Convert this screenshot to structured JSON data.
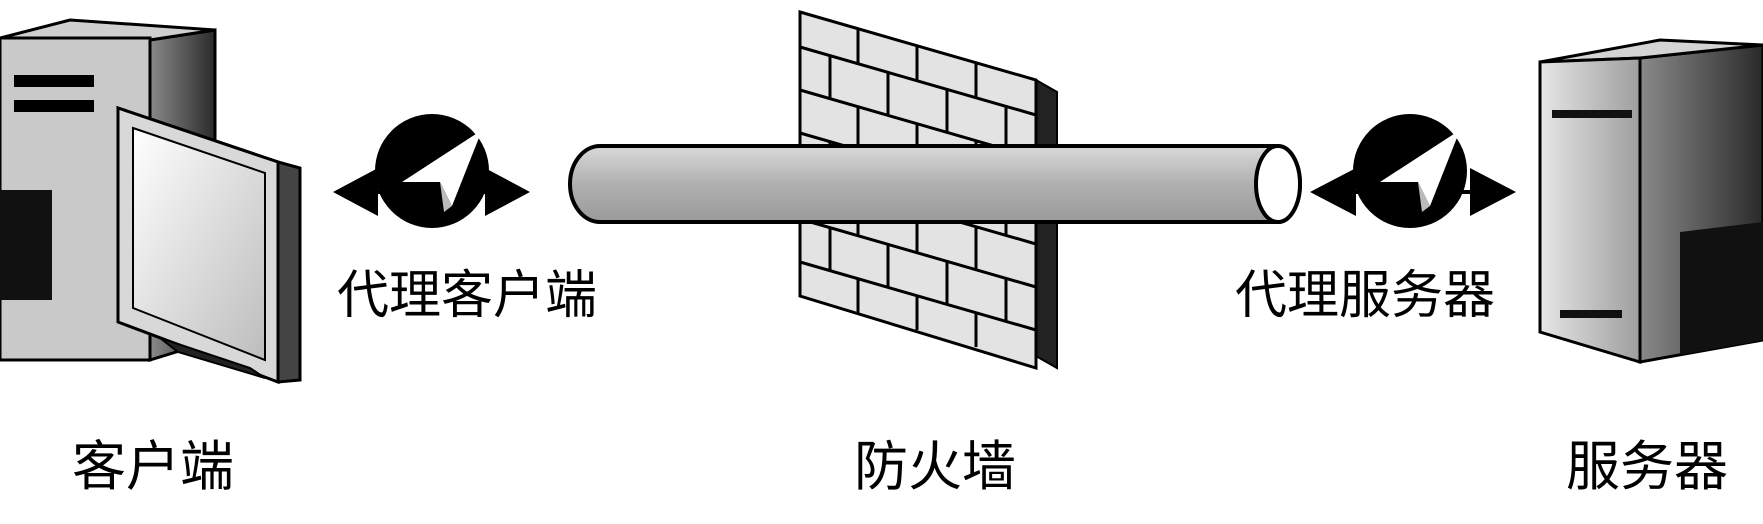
{
  "labels": {
    "client": "客户端",
    "firewall": "防火墙",
    "server": "服务器",
    "proxy_client": "代理客户端",
    "proxy_server": "代理服务器"
  },
  "icons": {
    "client_computer": "desktop-computer-icon",
    "server": "server-tower-icon",
    "firewall": "brick-wall-icon",
    "proxy": "proxy-arrow-icon",
    "tunnel": "tunnel-pipe"
  },
  "colors": {
    "ink": "#000000",
    "pipe": "#b3b3b3",
    "brick": "#e0e0e0",
    "background": "#ffffff"
  }
}
